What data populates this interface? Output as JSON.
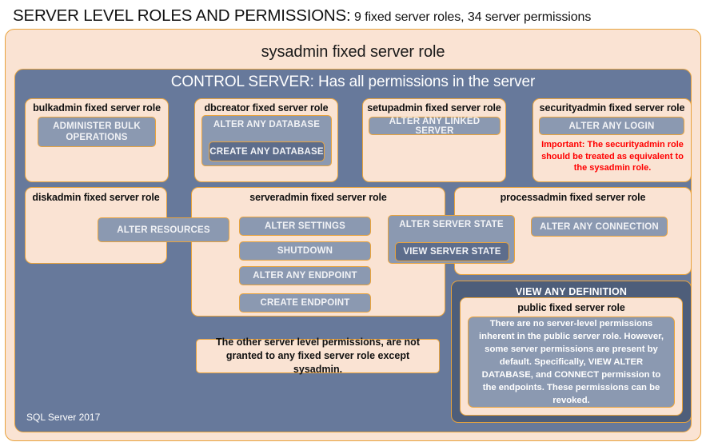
{
  "title": {
    "main": "SERVER LEVEL ROLES AND PERMISSIONS:",
    "sub": "9 fixed server roles, 34 server permissions"
  },
  "sysadmin": {
    "label": "sysadmin fixed server role"
  },
  "control_server": {
    "label": "CONTROL SERVER: Has all permissions in the server"
  },
  "roles": {
    "bulkadmin": {
      "label": "bulkadmin fixed server role",
      "permission": "ADMINISTER  BULK OPERATIONS"
    },
    "dbcreator": {
      "label": "dbcreator fixed server role",
      "permission_outer": "ALTER ANY DATABASE",
      "permission_inner": "CREATE  ANY DATABASE"
    },
    "setupadmin": {
      "label": "setupadmin fixed server role",
      "permission": "ALTER ANY LINKED SERVER"
    },
    "securityadmin": {
      "label": "securityadmin fixed server role",
      "permission": "ALTER ANY LOGIN",
      "warning": "Important:  The securityadmin role should  be treated as equivalent to the  sysadmin role."
    },
    "diskadmin": {
      "label": "diskadmin fixed server role",
      "permission": "ALTER RESOURCES"
    },
    "serveradmin": {
      "label": "serveradmin fixed server role",
      "permissions": [
        "ALTER SETTINGS",
        "SHUTDOWN",
        "ALTER ANY ENDPOINT",
        "CREATE  ENDPOINT"
      ],
      "permission_shared_outer": "ALTER SERVER  STATE",
      "permission_shared_inner": "VIEW SERVER  STATE"
    },
    "processadmin": {
      "label": "processadmin fixed server role",
      "permission": "ALTER ANY CONNECTION"
    },
    "public": {
      "view_any_definition": "VIEW ANY DEFINITION",
      "label": "public  fixed server role",
      "description": "There are no server-level permissions inherent in the public server role. However, some server permissions are present by default. Specifically, VIEW ALTER DATABASE, and CONNECT permission to the endpoints. These permissions can be revoked."
    }
  },
  "other_permissions_note": "The other server level permissions, are not granted to any fixed server role except sysadmin.",
  "footer": {
    "label": "SQL Server 2017"
  },
  "colors": {
    "peach": "#FAE3D3",
    "slate": "#67799B",
    "slate_dark": "#4E5E7A",
    "permission": "#8B99B1",
    "permission_dark": "#5D6D8C",
    "border_gold": "#E8A33D",
    "warning_red": "#FF0000"
  }
}
